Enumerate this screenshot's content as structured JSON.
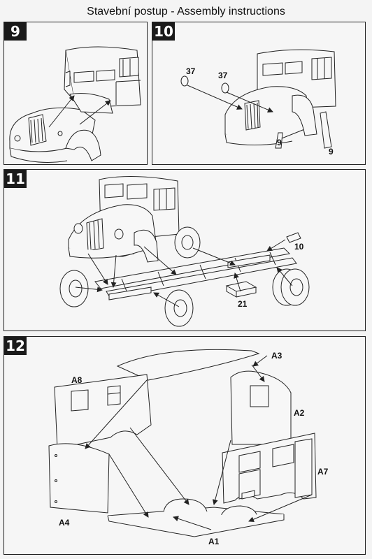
{
  "page": {
    "title": "Stavební postup - Assembly instructions"
  },
  "steps": [
    {
      "number": "9"
    },
    {
      "number": "10",
      "labels": {
        "p37a": "37",
        "p37b": "37",
        "p9a": "9",
        "p9b": "9"
      }
    },
    {
      "number": "11",
      "labels": {
        "p10": "10",
        "p21": "21"
      }
    },
    {
      "number": "12",
      "labels": {
        "a3": "A3",
        "a8": "A8",
        "a2": "A2",
        "a7": "A7",
        "a4": "A4",
        "a1": "A1"
      }
    }
  ]
}
